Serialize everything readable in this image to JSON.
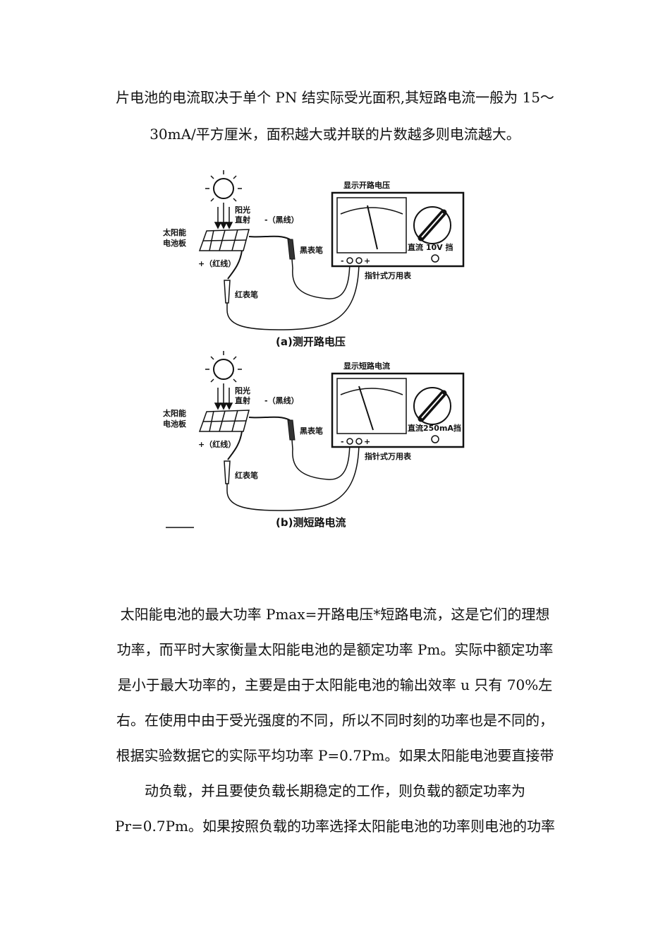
{
  "intro": {
    "line1": "片电池的电流取决于单个 PN 结实际受光面积,其短路电流一般为 15～",
    "line2": "30mA/平方厘米，面积越大或并联的片数越多则电流越大。"
  },
  "figure": {
    "a": {
      "meter_title": "显示开路电压",
      "dial_setting": "直流 10V 挡",
      "caption": "(a)测开路电压"
    },
    "b": {
      "meter_title": "显示短路电流",
      "dial_setting": "直流250mA挡",
      "caption": "(b)测短路电流"
    },
    "labels": {
      "sun_line1": "阳光",
      "sun_line2": "直射",
      "panel_line1": "太阳能",
      "panel_line2": "电池板",
      "black_wire": "-（黑线）",
      "red_wire": "+（红线）",
      "black_probe": "黑表笔",
      "red_probe": "红表笔",
      "meter_name": "指针式万用表",
      "minus": "-",
      "plus": "+"
    }
  },
  "body": {
    "lines": [
      "太阳能电池的最大功率 Pmax=开路电压*短路电流，这是它们的理想",
      "功率，而平时大家衡量太阳能电池的是额定功率 Pm。实际中额定功率",
      "是小于最大功率的，主要是由于太阳能电池的输出效率 u 只有 70%左",
      "右。在使用中由于受光强度的不同，所以不同时刻的功率也是不同的，",
      "根据实验数据它的实际平均功率 P=0.7Pm。如果太阳能电池要直接带",
      "动负载，并且要使负载长期稳定的工作，则负载的额定功率为",
      "Pr=0.7Pm。如果按照负载的功率选择太阳能电池的功率则电池的功率"
    ]
  }
}
